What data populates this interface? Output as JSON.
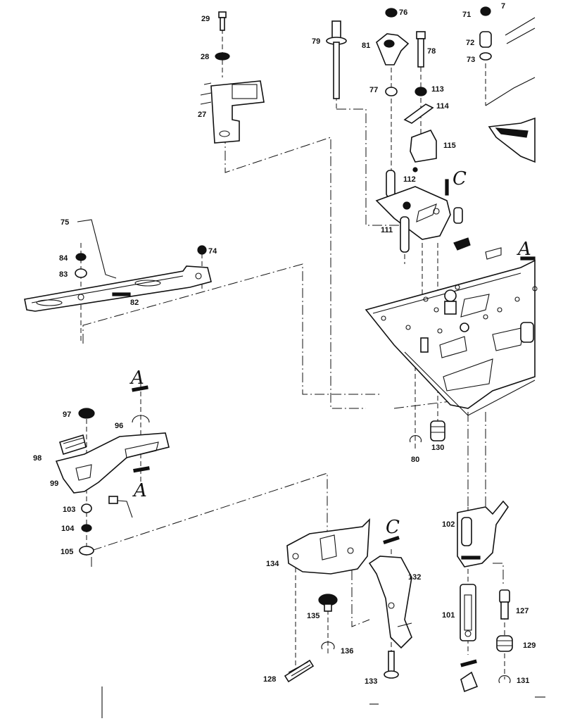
{
  "callouts": [
    {
      "id": "c29",
      "text": "29"
    },
    {
      "id": "c28",
      "text": "28"
    },
    {
      "id": "c27",
      "text": "27"
    },
    {
      "id": "c79",
      "text": "79"
    },
    {
      "id": "c76",
      "text": "76"
    },
    {
      "id": "c81",
      "text": "81"
    },
    {
      "id": "c78",
      "text": "78"
    },
    {
      "id": "c77",
      "text": "77"
    },
    {
      "id": "c113",
      "text": "113"
    },
    {
      "id": "c114",
      "text": "114"
    },
    {
      "id": "c115",
      "text": "115"
    },
    {
      "id": "c112",
      "text": "112"
    },
    {
      "id": "c111",
      "text": "111"
    },
    {
      "id": "c71",
      "text": "71"
    },
    {
      "id": "c7",
      "text": "7"
    },
    {
      "id": "c72",
      "text": "72"
    },
    {
      "id": "c73",
      "text": "73"
    },
    {
      "id": "c75",
      "text": "75"
    },
    {
      "id": "c84",
      "text": "84"
    },
    {
      "id": "c83",
      "text": "83"
    },
    {
      "id": "c74",
      "text": "74"
    },
    {
      "id": "c82",
      "text": "82"
    },
    {
      "id": "c97",
      "text": "97"
    },
    {
      "id": "c96",
      "text": "96"
    },
    {
      "id": "c98",
      "text": "98"
    },
    {
      "id": "c99",
      "text": "99"
    },
    {
      "id": "c103",
      "text": "103"
    },
    {
      "id": "c104",
      "text": "104"
    },
    {
      "id": "c105",
      "text": "105"
    },
    {
      "id": "c80",
      "text": "80"
    },
    {
      "id": "c130",
      "text": "130"
    },
    {
      "id": "c134",
      "text": "134"
    },
    {
      "id": "c132",
      "text": "132"
    },
    {
      "id": "c135",
      "text": "135"
    },
    {
      "id": "c136",
      "text": "136"
    },
    {
      "id": "c128",
      "text": "128"
    },
    {
      "id": "c133",
      "text": "133"
    },
    {
      "id": "c102",
      "text": "102"
    },
    {
      "id": "c101",
      "text": "101"
    },
    {
      "id": "c127",
      "text": "127"
    },
    {
      "id": "c129",
      "text": "129"
    },
    {
      "id": "c131",
      "text": "131"
    }
  ],
  "reference_letters": [
    {
      "id": "refA1",
      "text": "A"
    },
    {
      "id": "refA2",
      "text": "A"
    },
    {
      "id": "refA3",
      "text": "A"
    },
    {
      "id": "refC1",
      "text": "C"
    },
    {
      "id": "refC2",
      "text": "C"
    }
  ]
}
